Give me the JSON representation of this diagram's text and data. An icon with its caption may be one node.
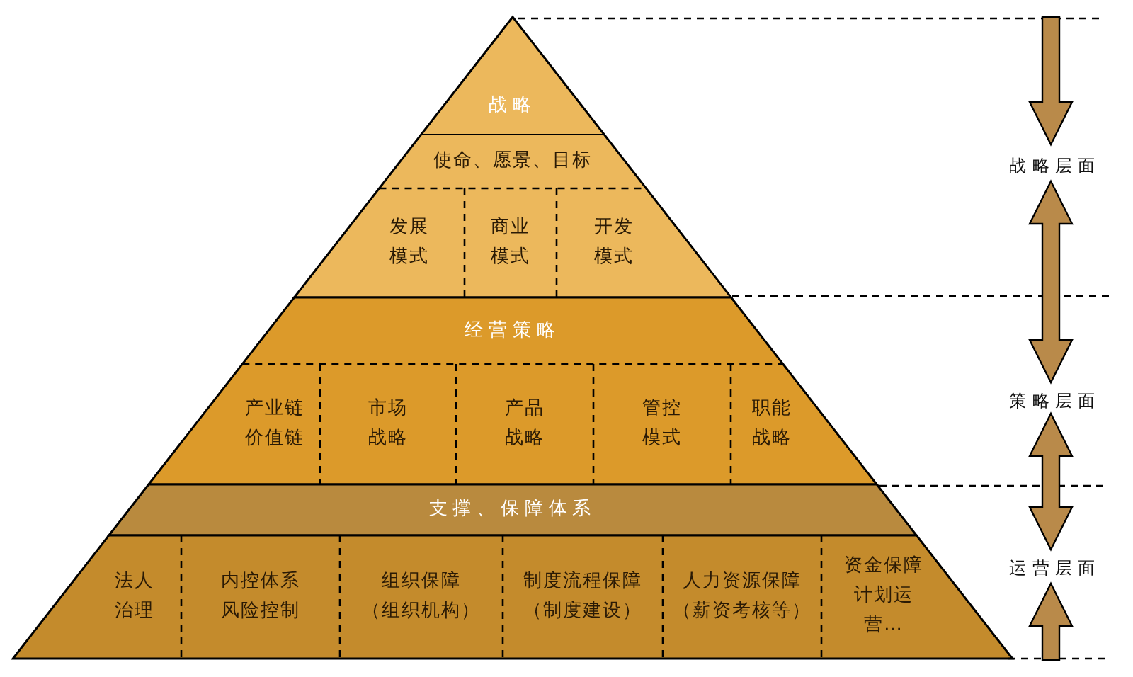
{
  "diagram": {
    "nodes": [
      {
        "text": [
          "战略"
        ]
      },
      {
        "text": [
          "使命、愿景、目标"
        ]
      },
      {
        "text": [
          "发展模式"
        ]
      },
      {
        "text": [
          "商业模式"
        ]
      },
      {
        "text": [
          "开发模式"
        ]
      },
      {
        "text": [
          "经营策略"
        ]
      },
      {
        "text": [
          "产业链价值链"
        ]
      },
      {
        "text": [
          "市场战略"
        ]
      },
      {
        "text": [
          "产品战略"
        ]
      },
      {
        "text": [
          "管控模式"
        ]
      },
      {
        "text": [
          "职能战略"
        ]
      },
      {
        "text": [
          "支撑、保障体系"
        ]
      },
      {
        "text": [
          "法人治理"
        ]
      },
      {
        "text": [
          "内控体系风险控制"
        ]
      },
      {
        "text": [
          "组织保障（组织机构）"
        ]
      },
      {
        "text": [
          "制度流程保障（制度建设）"
        ]
      },
      {
        "text": [
          "人力资源保障（薪资考核等）"
        ]
      },
      {
        "text": [
          "资金保障计划运营…"
        ]
      }
    ],
    "labels": [
      "战略层面",
      "策略层面",
      "运营层面"
    ]
  }
}
